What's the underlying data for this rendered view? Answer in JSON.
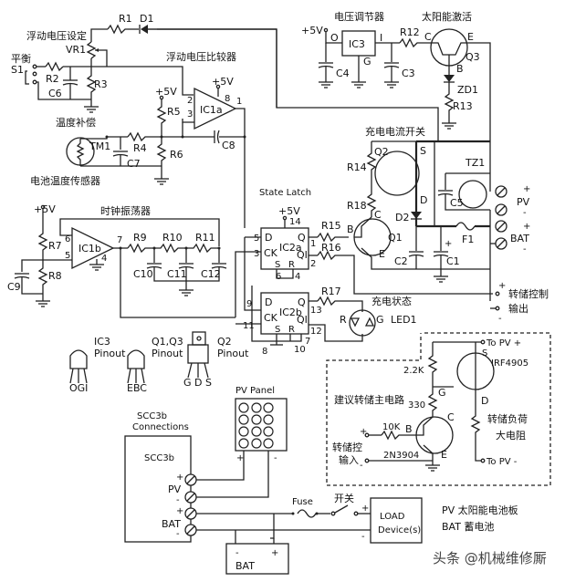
{
  "labels": {
    "float_set": "浮动电压设定",
    "balance": "平衡",
    "float_comparator": "浮动电压比较器",
    "temp_comp": "温度补偿",
    "batt_temp_sensor": "电池温度传感器",
    "clock_osc": "时钟振荡器",
    "state_latch": "State Latch",
    "regulator": "电压调节器",
    "solar_excite": "太阳能激活",
    "charge_switch": "充电电流开关",
    "charge_status": "充电状态",
    "dump_control": "转储控制",
    "output": "输出",
    "dump_main_circuit": "建议转储主电路",
    "dump_ctrl_input_1": "转储控",
    "dump_ctrl_input_2": "输入",
    "dump_load_1": "转储负荷",
    "dump_load_2": "大电阻",
    "to_pv_plus": "To PV +",
    "to_pv_minus": "To PV -",
    "pv_panel": "PV Panel",
    "scc_conn_1": "SCC3b",
    "scc_conn_2": "Connections",
    "scc_box": "SCC3b",
    "fuse": "Fuse",
    "switch": "开关",
    "load_1": "LOAD",
    "load_2": "Device(s)",
    "bat_box": "BAT",
    "legend_pv": "PV 太阳能电池板",
    "legend_bat": "BAT 蓄电池",
    "watermark": "头条 @机械维修厮"
  },
  "components": {
    "R1": "R1",
    "D1": "D1",
    "VR1": "VR1",
    "S1": "S1",
    "R2": "R2",
    "C6": "C6",
    "R3": "R3",
    "IC1a": "IC1a",
    "R5": "R5",
    "R4": "R4",
    "R6": "R6",
    "TM1": "TM1",
    "C7": "C7",
    "C8": "C8",
    "IC1b": "IC1b",
    "R7": "R7",
    "R8": "R8",
    "C9": "C9",
    "R9": "R9",
    "R10": "R10",
    "R11": "R11",
    "C10": "C10",
    "C11": "C11",
    "C12": "C12",
    "IC2a": "IC2a",
    "IC2b": "IC2b",
    "R15": "R15",
    "R16": "R16",
    "R17": "R17",
    "LED1": "LED1",
    "IC3": "IC3",
    "C4": "C4",
    "C3": "C3",
    "R12": "R12",
    "Q3": "Q3",
    "ZD1": "ZD1",
    "R13": "R13",
    "Q2": "Q2",
    "R14": "R14",
    "R18": "R18",
    "Q1": "Q1",
    "D2": "D2",
    "C2": "C2",
    "C1": "C1",
    "C5": "C5",
    "TZ1": "TZ1",
    "F1": "F1",
    "R_2k2": "2.2K",
    "R_330": "330",
    "R_10k": "10K",
    "Q_2N3904": "2N3904",
    "Q_IRF4905": "IRF4905"
  },
  "supply": "+5V",
  "pins": {
    "p1": "1",
    "p2": "2",
    "p3": "3",
    "p4": "4",
    "p5": "5",
    "p6": "6",
    "p7": "7",
    "p8": "8",
    "p9": "9",
    "p10": "10",
    "p11": "11",
    "p12": "12",
    "p13": "13",
    "p14": "14",
    "D": "D",
    "CK": "CK",
    "Q": "Q",
    "QB": "QI",
    "S": "S",
    "R": "R",
    "B": "B",
    "C": "C",
    "E": "E",
    "G": "G",
    "Dr": "D",
    "Sr": "S",
    "O": "O",
    "I": "I",
    "Gn": "G",
    "plus": "+",
    "minus": "-",
    "LED_R": "R",
    "LED_G": "G"
  },
  "terminals": {
    "pv": "PV",
    "bat": "BAT"
  },
  "pinouts": [
    {
      "part": "IC3",
      "title": "Pinout",
      "pins": "OGI"
    },
    {
      "part": "Q1,Q3",
      "title": "Pinout",
      "pins": "EBC"
    },
    {
      "part": "Q2",
      "title": "Pinout",
      "pins": "G D S"
    }
  ]
}
